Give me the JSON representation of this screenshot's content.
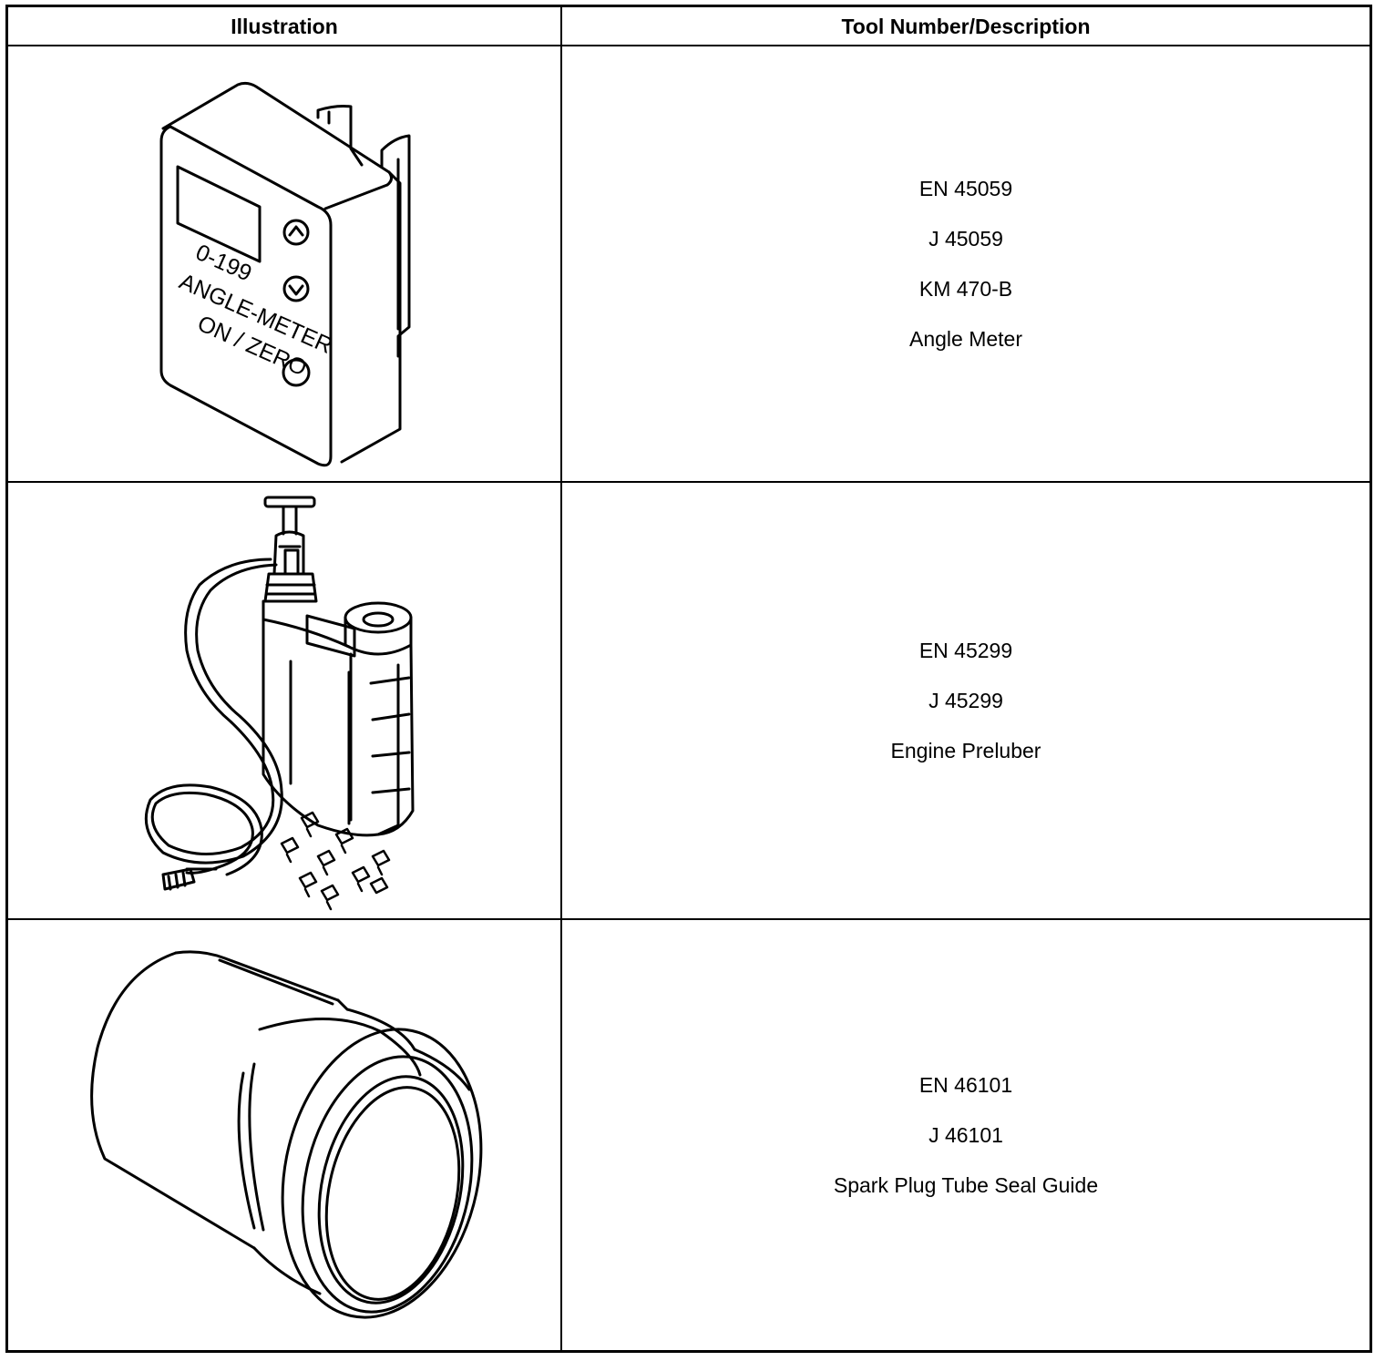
{
  "table": {
    "headers": {
      "illustration": "Illustration",
      "tool": "Tool Number/Description"
    },
    "rows": [
      {
        "icon": "angle-meter-illustration",
        "lines": [
          "EN 45059",
          "J 45059",
          "KM 470-B",
          "Angle Meter"
        ],
        "illustration_labels": {
          "range": "0-199",
          "model": "ANGLE-METER",
          "button": "ON / ZERO"
        }
      },
      {
        "icon": "engine-preluber-illustration",
        "lines": [
          "EN 45299",
          "J 45299",
          "Engine Preluber"
        ]
      },
      {
        "icon": "seal-guide-illustration",
        "lines": [
          "EN 46101",
          "J 46101",
          "Spark Plug Tube Seal Guide"
        ]
      }
    ]
  }
}
